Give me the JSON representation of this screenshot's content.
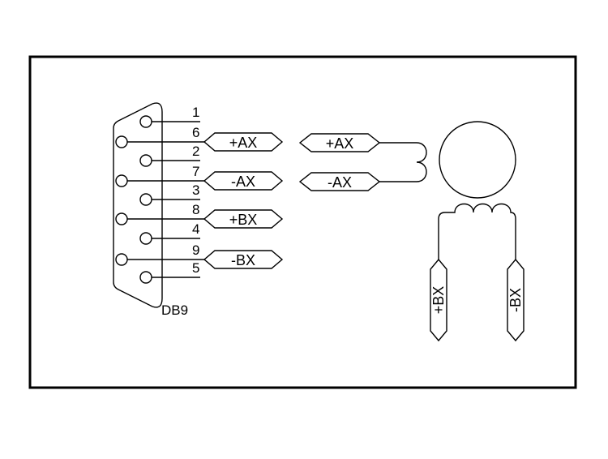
{
  "connector": {
    "label": "DB9",
    "pins": {
      "p1": "1",
      "p2": "2",
      "p3": "3",
      "p4": "4",
      "p5": "5",
      "p6": "6",
      "p7": "7",
      "p8": "8",
      "p9": "9"
    }
  },
  "signals": {
    "conn_plus_ax": "+AX",
    "conn_minus_ax": "-AX",
    "conn_plus_bx": "+BX",
    "conn_minus_bx": "-BX",
    "motor_plus_ax": "+AX",
    "motor_minus_ax": "-AX",
    "motor_plus_bx": "+BX",
    "motor_minus_bx": "-BX"
  }
}
